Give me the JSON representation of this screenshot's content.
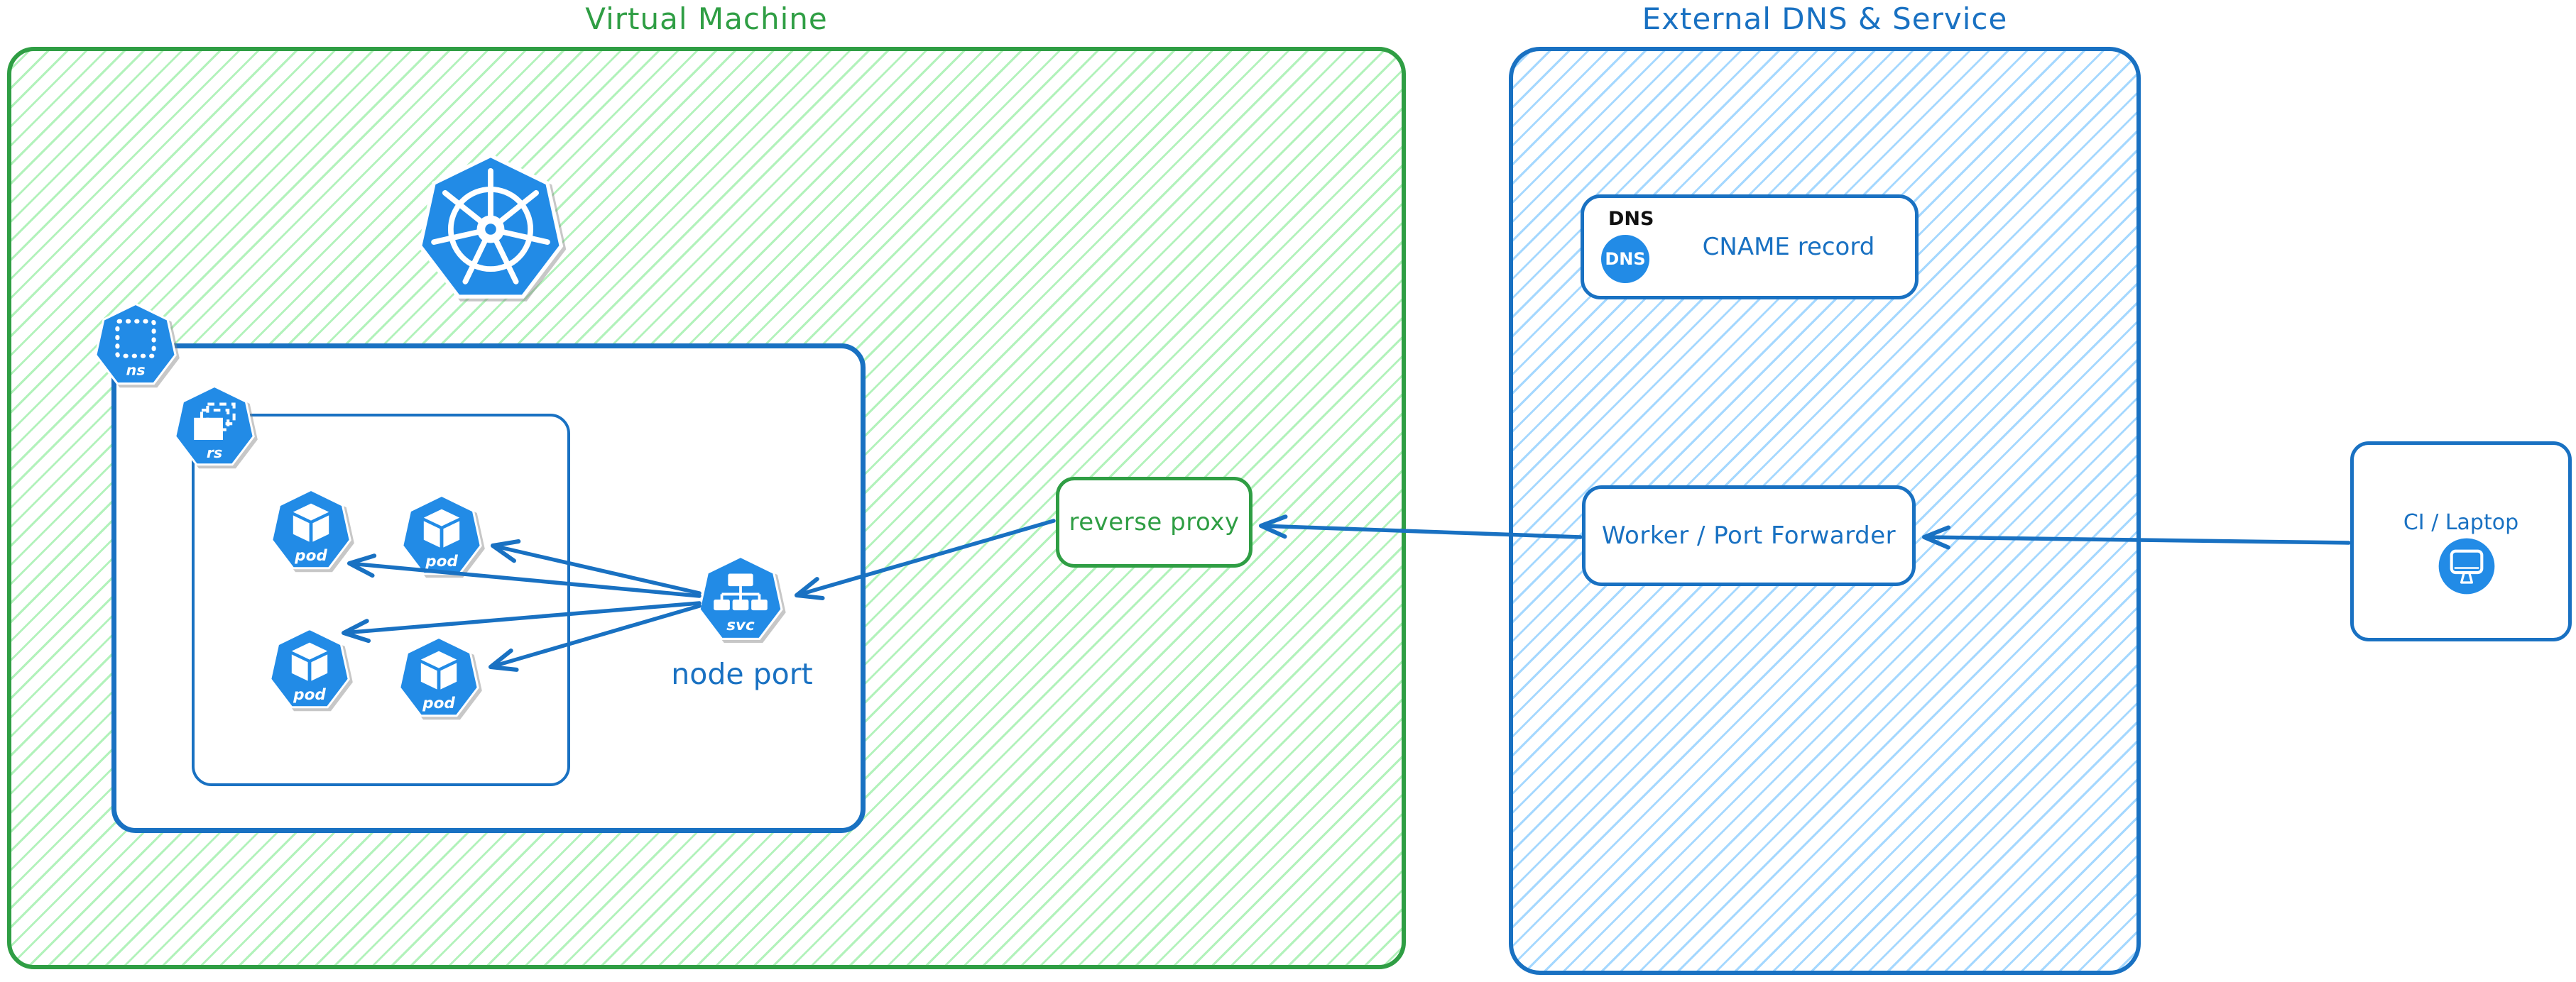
{
  "vm": {
    "title": "Virtual Machine",
    "kubernetes_icon": "kubernetes-logo",
    "namespace": {
      "label": "ns"
    },
    "replicaset": {
      "label": "rs"
    },
    "pods": [
      {
        "label": "pod"
      },
      {
        "label": "pod"
      },
      {
        "label": "pod"
      },
      {
        "label": "pod"
      }
    ],
    "service": {
      "label": "svc",
      "caption": "node port"
    }
  },
  "reverse_proxy": {
    "label": "reverse proxy"
  },
  "external": {
    "title": "External DNS & Service",
    "dns": {
      "tag": "DNS",
      "badge": "DNS",
      "record": "CNAME record"
    },
    "worker": {
      "label": "Worker / Port Forwarder"
    }
  },
  "client": {
    "label": "CI / Laptop"
  },
  "colors": {
    "green": "#2f9e44",
    "green_hatch": "#b2f2bb",
    "blue": "#1971c2",
    "blue_hatch": "#a5d8ff",
    "icon_blue": "#228be6",
    "text_black": "#111111"
  }
}
